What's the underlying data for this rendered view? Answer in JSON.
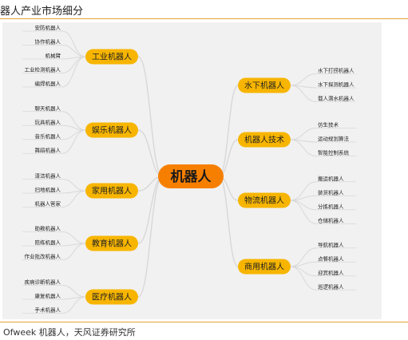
{
  "header": {
    "title": "器人产业市场细分"
  },
  "footer": {
    "source": "Ofweek 机器人，天风证券研究所"
  },
  "mindmap": {
    "center": "机器人",
    "branches": [
      {
        "label": "工业机器人",
        "side": "left",
        "items": [
          "安防机器人",
          "协作机器人",
          "机械臂",
          "工业检测机器人",
          "编焊机器人"
        ]
      },
      {
        "label": "娱乐机器人",
        "side": "left",
        "items": [
          "聊天机器人",
          "玩具机器人",
          "音乐机器人",
          "舞蹈机器人"
        ]
      },
      {
        "label": "家用机器人",
        "side": "left",
        "items": [
          "清洁机器人",
          "扫地机器人",
          "机器人管家"
        ]
      },
      {
        "label": "教育机器人",
        "side": "left",
        "items": [
          "助教机器人",
          "陪练机器人",
          "作业批改机器人"
        ]
      },
      {
        "label": "医疗机器人",
        "side": "left",
        "items": [
          "疾病诊断机器人",
          "康复机器人",
          "手术机器人"
        ]
      },
      {
        "label": "水下机器人",
        "side": "right",
        "items": [
          "水下打捞机器人",
          "水下探测机器人",
          "载人潜水机器人"
        ]
      },
      {
        "label": "机器人技术",
        "side": "right",
        "items": [
          "仿生技术",
          "运动规划算法",
          "智能控制系统"
        ]
      },
      {
        "label": "物流机器人",
        "side": "right",
        "items": [
          "搬运机器人",
          "装货机器人",
          "分拣机器人",
          "仓储机器人"
        ]
      },
      {
        "label": "商用机器人",
        "side": "right",
        "items": [
          "导航机器人",
          "点餐机器人",
          "迎宾机器人",
          "巡逻机器人"
        ]
      }
    ],
    "colors": {
      "center": "#f77f00",
      "branch": "#f7b500",
      "line": "#d8d8d8",
      "rule": "#e5a33a"
    }
  }
}
